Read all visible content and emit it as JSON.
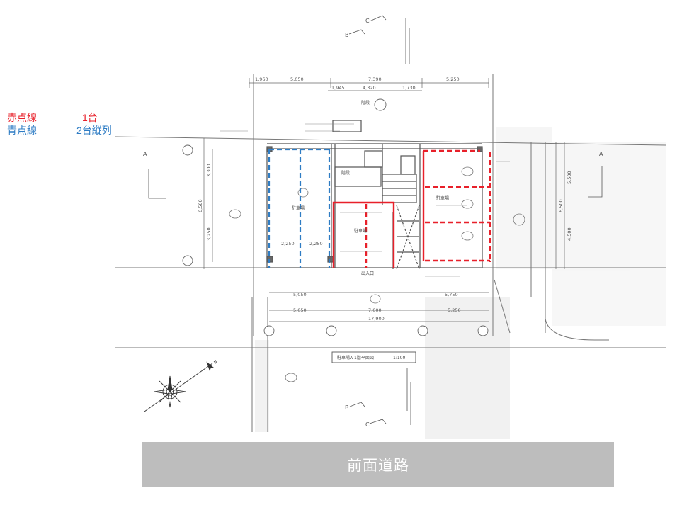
{
  "legend": {
    "red_label": "赤点線",
    "red_value": "1台",
    "blue_label": "青点線",
    "blue_value": "2台縦列",
    "red_color": "#e8202a",
    "blue_color": "#2e7cc4"
  },
  "road_label": "前面道路",
  "title_block": {
    "name": "駐車場A 1階平面図",
    "scale": "1:100"
  },
  "section_marks": {
    "a": "A",
    "b": "B",
    "c": "C"
  },
  "dimensions": {
    "top_row1": [
      "1,960",
      "5,050",
      "7,390",
      "5,250"
    ],
    "top_row2": [
      "1,945",
      "4,320",
      "1,730"
    ],
    "bottom_row1": [
      "5,050",
      "5,750"
    ],
    "bottom_row2": [
      "5,050",
      "7,000",
      "5,250"
    ],
    "bottom_total": "17,900",
    "left": [
      "6,500",
      "3,300",
      "3,250"
    ],
    "right": [
      "6,500",
      "5,500",
      "4,500"
    ],
    "interior": [
      "2,250",
      "2,250"
    ]
  },
  "labels": {
    "parking_left": "駐車場",
    "parking_mid": "駐車場",
    "parking_right": "駐車場",
    "stairs": "階段",
    "entrance": "出入口",
    "north": "N"
  },
  "icons": {
    "compass": "compass-rose-icon",
    "north_arrow": "north-arrow-icon"
  }
}
